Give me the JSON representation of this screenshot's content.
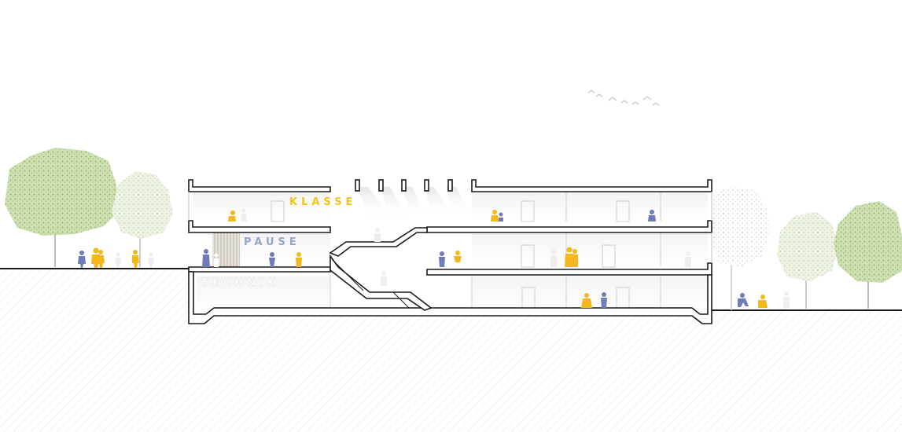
{
  "labels": {
    "klasse": "KLASSE",
    "pause": "PAUSE",
    "technik": "TECHNIK"
  },
  "colors": {
    "klasse": "#f5c518",
    "pause": "#98a3cf",
    "technik": "#ffffff",
    "figure_yellow": "#f2b81c",
    "figure_blue": "#6f7cb8",
    "tree_green": "#c9dca6",
    "ground_hatch": "#d8d8d8",
    "structure": "#1a1a1a"
  }
}
